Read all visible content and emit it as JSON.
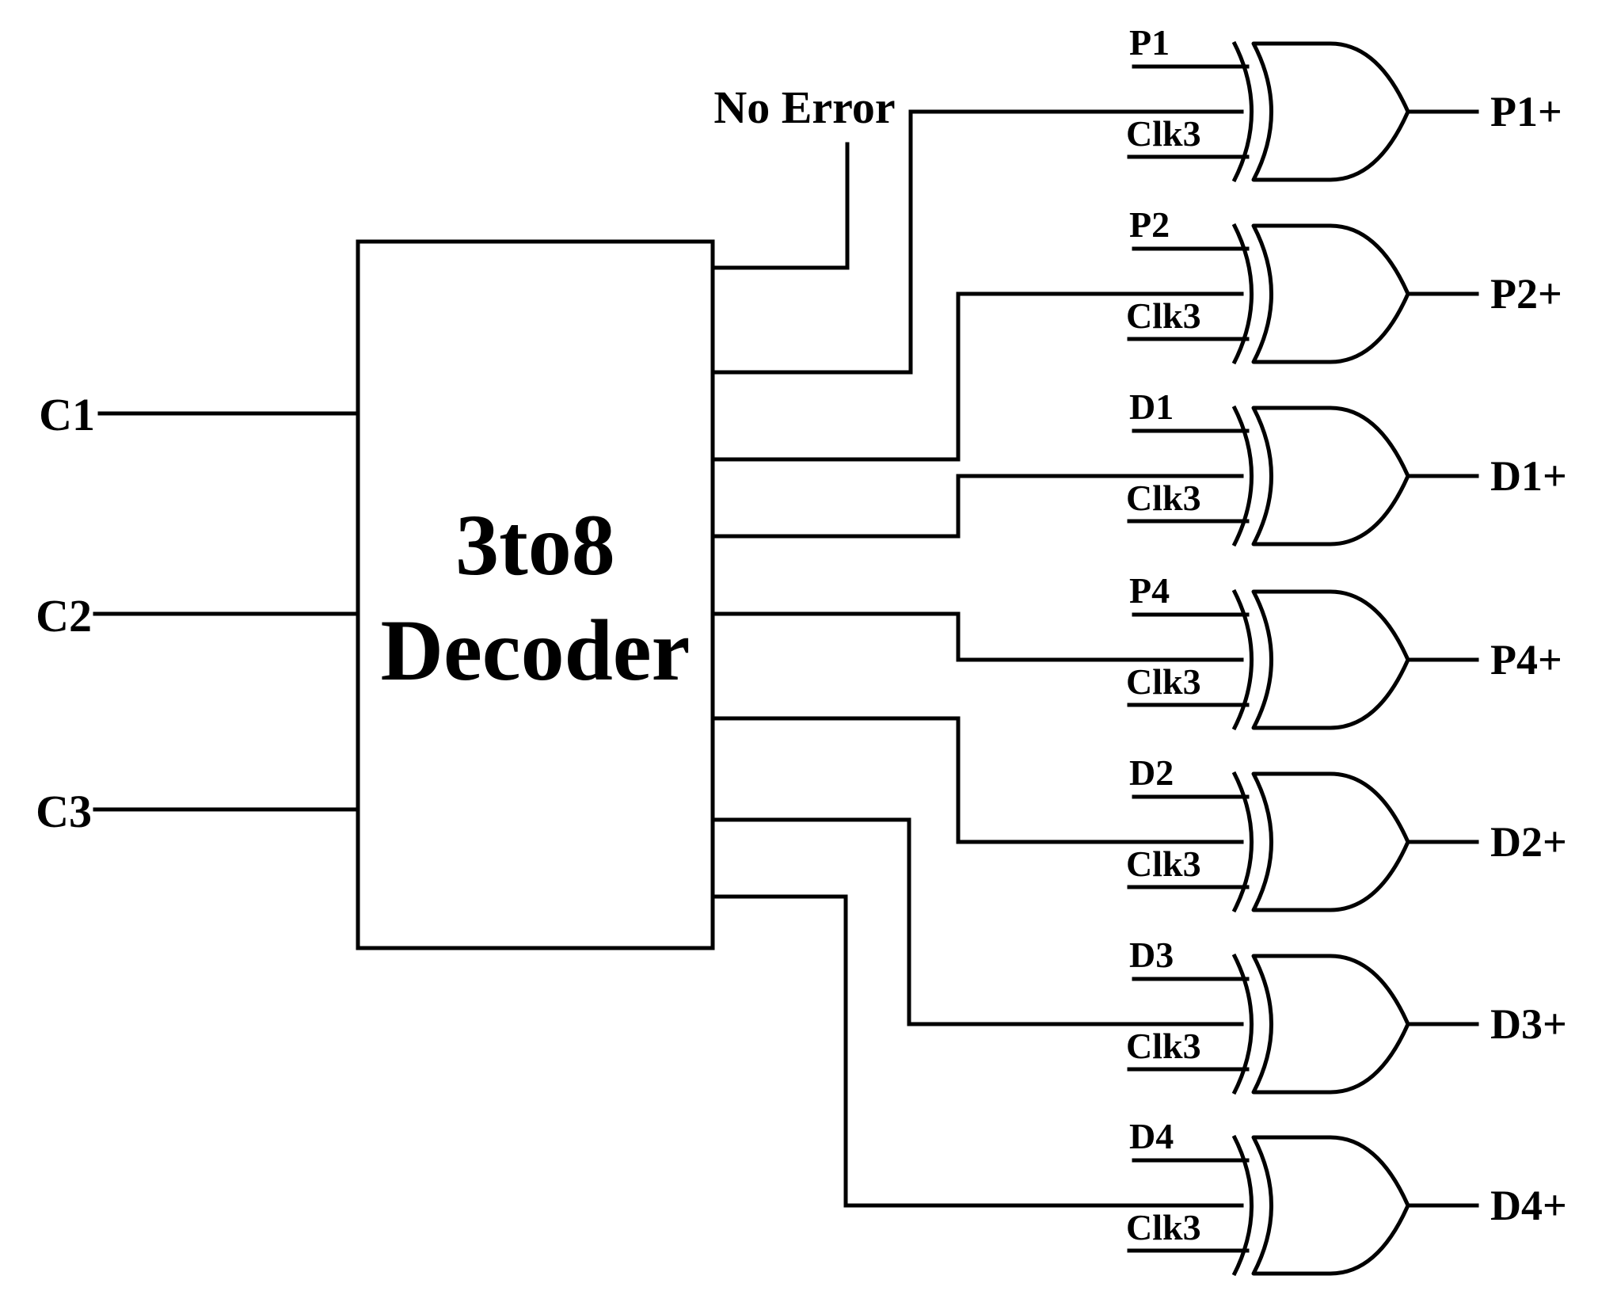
{
  "decoder": {
    "title_line1": "3to8",
    "title_line2": "Decoder"
  },
  "inputs": [
    "C1",
    "C2",
    "C3"
  ],
  "no_error_label": "No Error",
  "gates": [
    {
      "input": "P1",
      "clock": "Clk3",
      "output": "P1+"
    },
    {
      "input": "P2",
      "clock": "Clk3",
      "output": "P2+"
    },
    {
      "input": "D1",
      "clock": "Clk3",
      "output": "D1+"
    },
    {
      "input": "P4",
      "clock": "Clk3",
      "output": "P4+"
    },
    {
      "input": "D2",
      "clock": "Clk3",
      "output": "D2+"
    },
    {
      "input": "D3",
      "clock": "Clk3",
      "output": "D3+"
    },
    {
      "input": "D4",
      "clock": "Clk3",
      "output": "D4+"
    }
  ],
  "colors": {
    "stroke": "#000000",
    "background": "#ffffff"
  }
}
